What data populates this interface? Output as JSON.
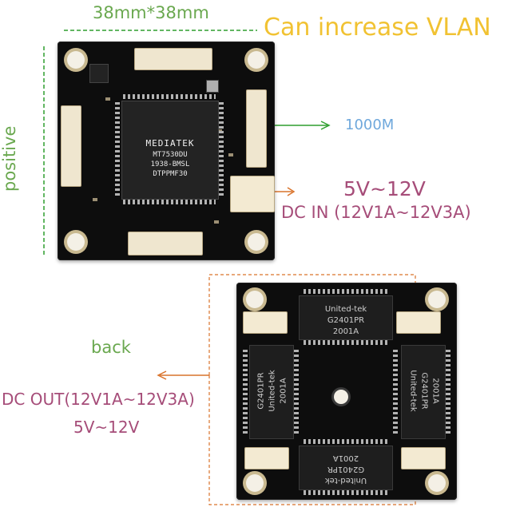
{
  "labels": {
    "size": "38mm*38mm",
    "vlan": "Can increase VLAN",
    "speed": "1000M",
    "voltage_front": "5V~12V",
    "dc_in": "DC IN (12V1A~12V3A)",
    "side": "positive",
    "back": "back",
    "dc_out": "DC OUT(12V1A~12V3A)",
    "voltage_back": "5V~12V"
  },
  "chip": {
    "brand": "MEDIATEK",
    "lines": [
      "MT7530DU",
      "1938-BMSL",
      "DTPPMF30"
    ]
  },
  "transformers": {
    "brand": "United-tek",
    "model": "G2401PR",
    "code": "2001A"
  },
  "colors": {
    "green_label": "#6aa84f",
    "yellow_label": "#f1c232",
    "blue_label": "#6fa8dc",
    "magenta_label": "#a64d79",
    "arrow_green": "#2e9e2e",
    "arrow_orange": "#d9732b",
    "pcb": "#0d0d0d"
  }
}
